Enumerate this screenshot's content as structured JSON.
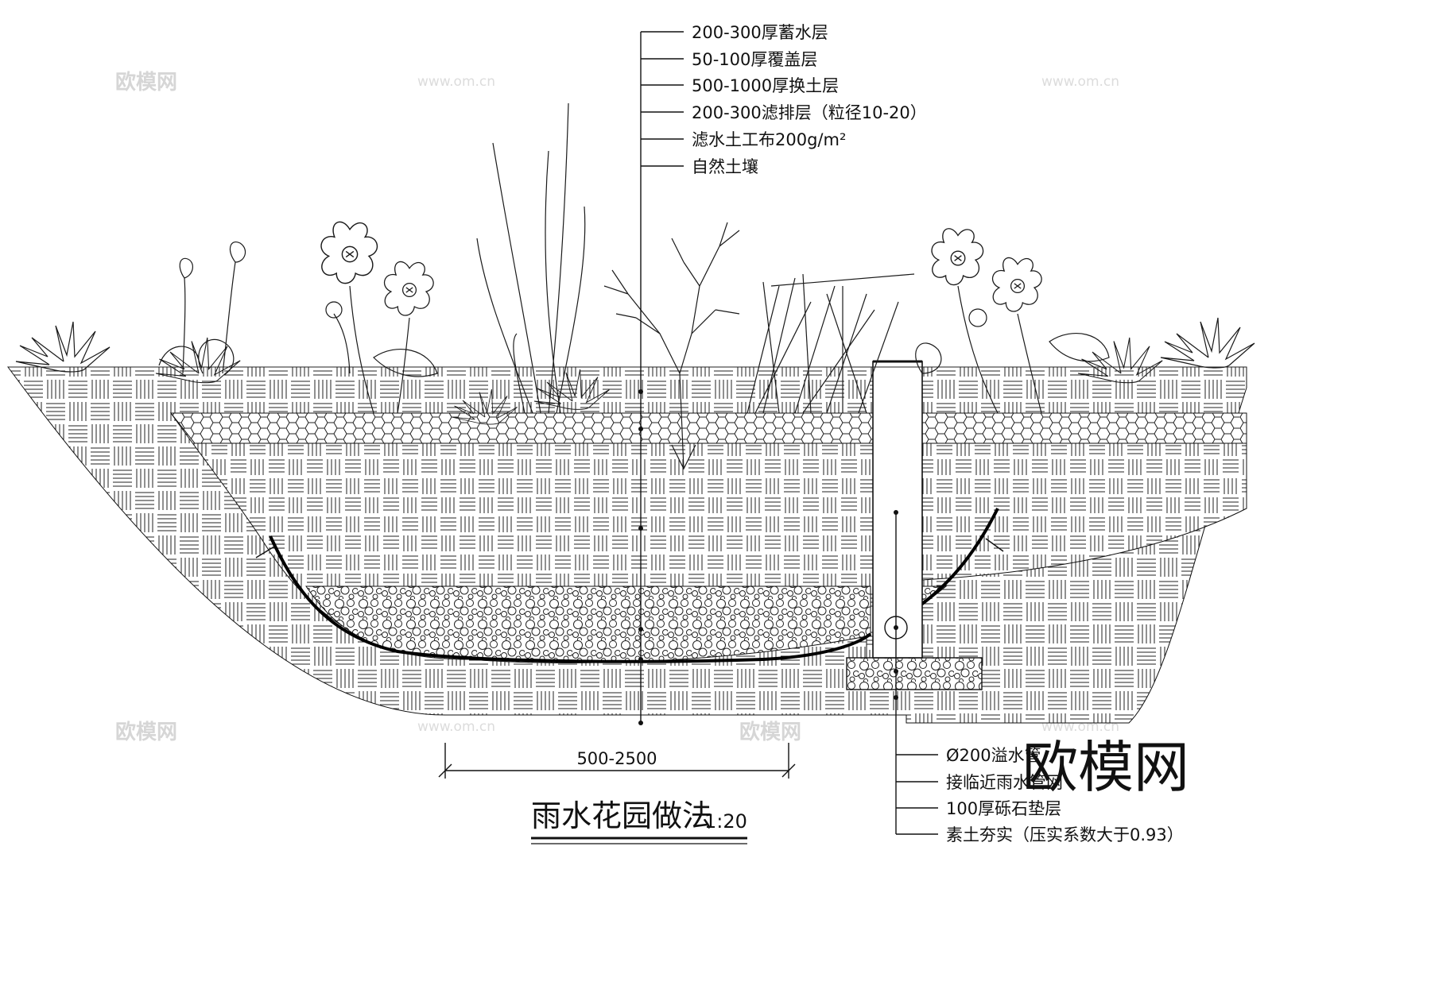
{
  "drawing": {
    "title": "雨水花园做法",
    "scale": "1:20",
    "dimension": "500-2500",
    "layer_labels": [
      "200-300厚蓄水层",
      "50-100厚覆盖层",
      "500-1000厚换土层",
      "200-300滤排层（粒径10-20）",
      "滤水土工布200g/m²",
      "自然土壤"
    ],
    "pipe_labels": [
      "Ø200溢水管",
      "接临近雨水管网",
      "100厚砾石垫层",
      "素土夯实（压实系数大于0.93）"
    ]
  },
  "watermark": {
    "logo_text": "欧模网",
    "site_text": "www.om.cn",
    "big_text": "欧模网"
  },
  "colors": {
    "line": "#111111",
    "watermark": "#d6d6d6",
    "background": "#ffffff"
  }
}
